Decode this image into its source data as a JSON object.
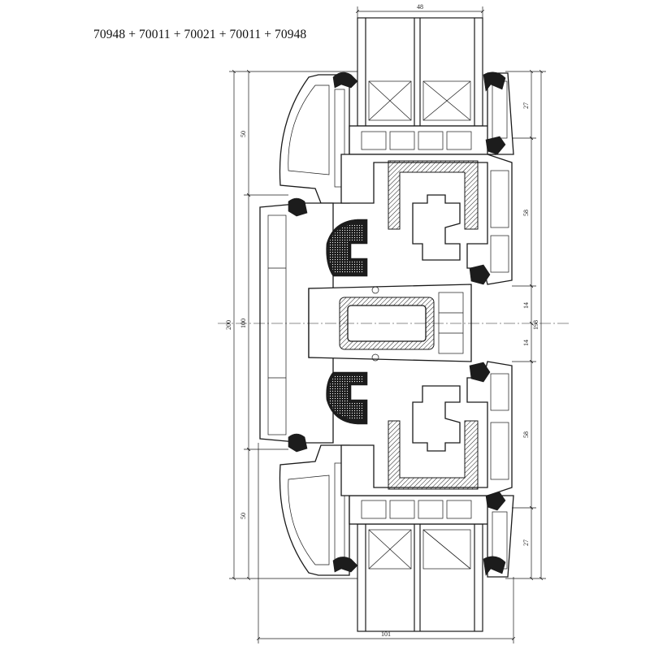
{
  "title": "70948 + 70011 + 70021 + 70011 + 70948",
  "dimensions": {
    "glass_width": "48",
    "overall_depth": "101",
    "total_height": "200",
    "half_height": "100",
    "right_height": "198",
    "sash_top": "50",
    "sash_bottom": "50",
    "bead_top": "27",
    "bead_bottom": "27",
    "reinforcement_top": "58",
    "reinforcement_bottom": "58",
    "mullion_upper": "14",
    "mullion_lower": "14"
  },
  "colors": {
    "line": "#1a1a1a",
    "gasket": "#1c1c1c",
    "background": "#ffffff"
  }
}
